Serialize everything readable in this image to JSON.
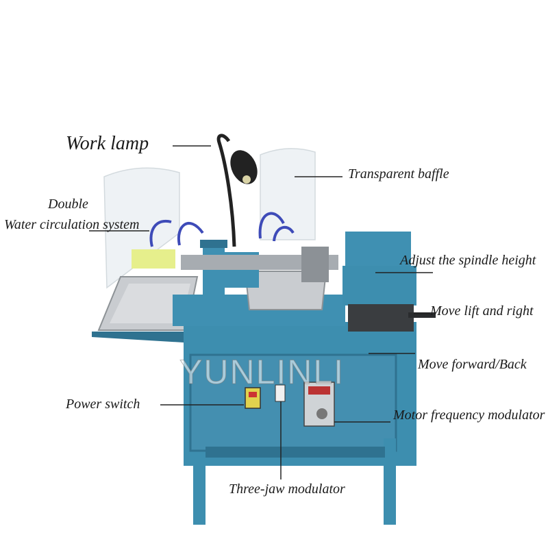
{
  "labels": {
    "work_lamp": "Work lamp",
    "transparent_baffle": "Transparent baffle",
    "double": "Double",
    "water_circulation": "Water circulation system",
    "adjust_spindle": "Adjust the spindle height",
    "move_lift_right": "Move lift and right",
    "move_forward_back": "Move forward/Back",
    "power_switch": "Power switch",
    "motor_frequency": "Motor frequency modulator",
    "three_jaw": "Three-jaw modulator"
  },
  "watermark": "YUNLINLI",
  "colors": {
    "machine_blue": "#3d8eaf",
    "machine_dark": "#2f7290",
    "tray_steel": "#c9ccd0",
    "baffle": "#e9eef2"
  }
}
